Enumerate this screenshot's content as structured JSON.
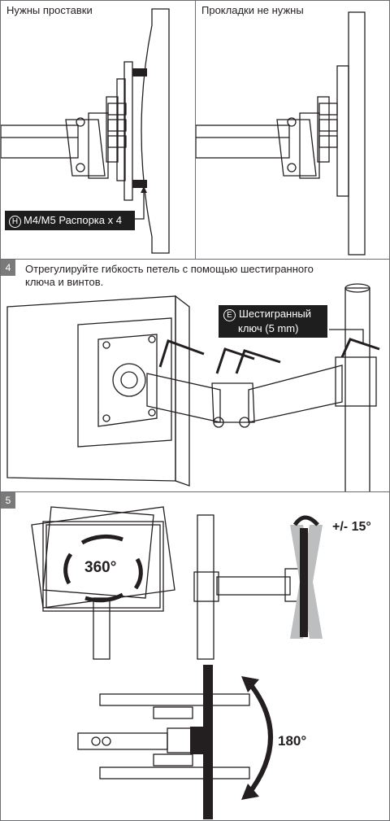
{
  "panel_top_left": {
    "caption": "Нужны проставки"
  },
  "panel_top_right": {
    "caption": "Прокладки не нужны"
  },
  "spacer_callout": {
    "badge": "H",
    "label": "M4/M5 Распорка x 4"
  },
  "step4": {
    "number": "4",
    "text_line1": "Отрегулируйте гибкость петель с помощью шестигранного",
    "text_line2": "ключа и винтов.",
    "callout_badge": "E",
    "callout_line1": "Шестигранный",
    "callout_line2": "ключ (5 mm)"
  },
  "step5": {
    "number": "5",
    "rotation_label": "360°",
    "tilt_label": "+/- 15°",
    "swivel_label": "180°"
  },
  "colors": {
    "panel_gray": "#939598",
    "dark": "#231f20",
    "light_metal": "#e6e7e8"
  }
}
